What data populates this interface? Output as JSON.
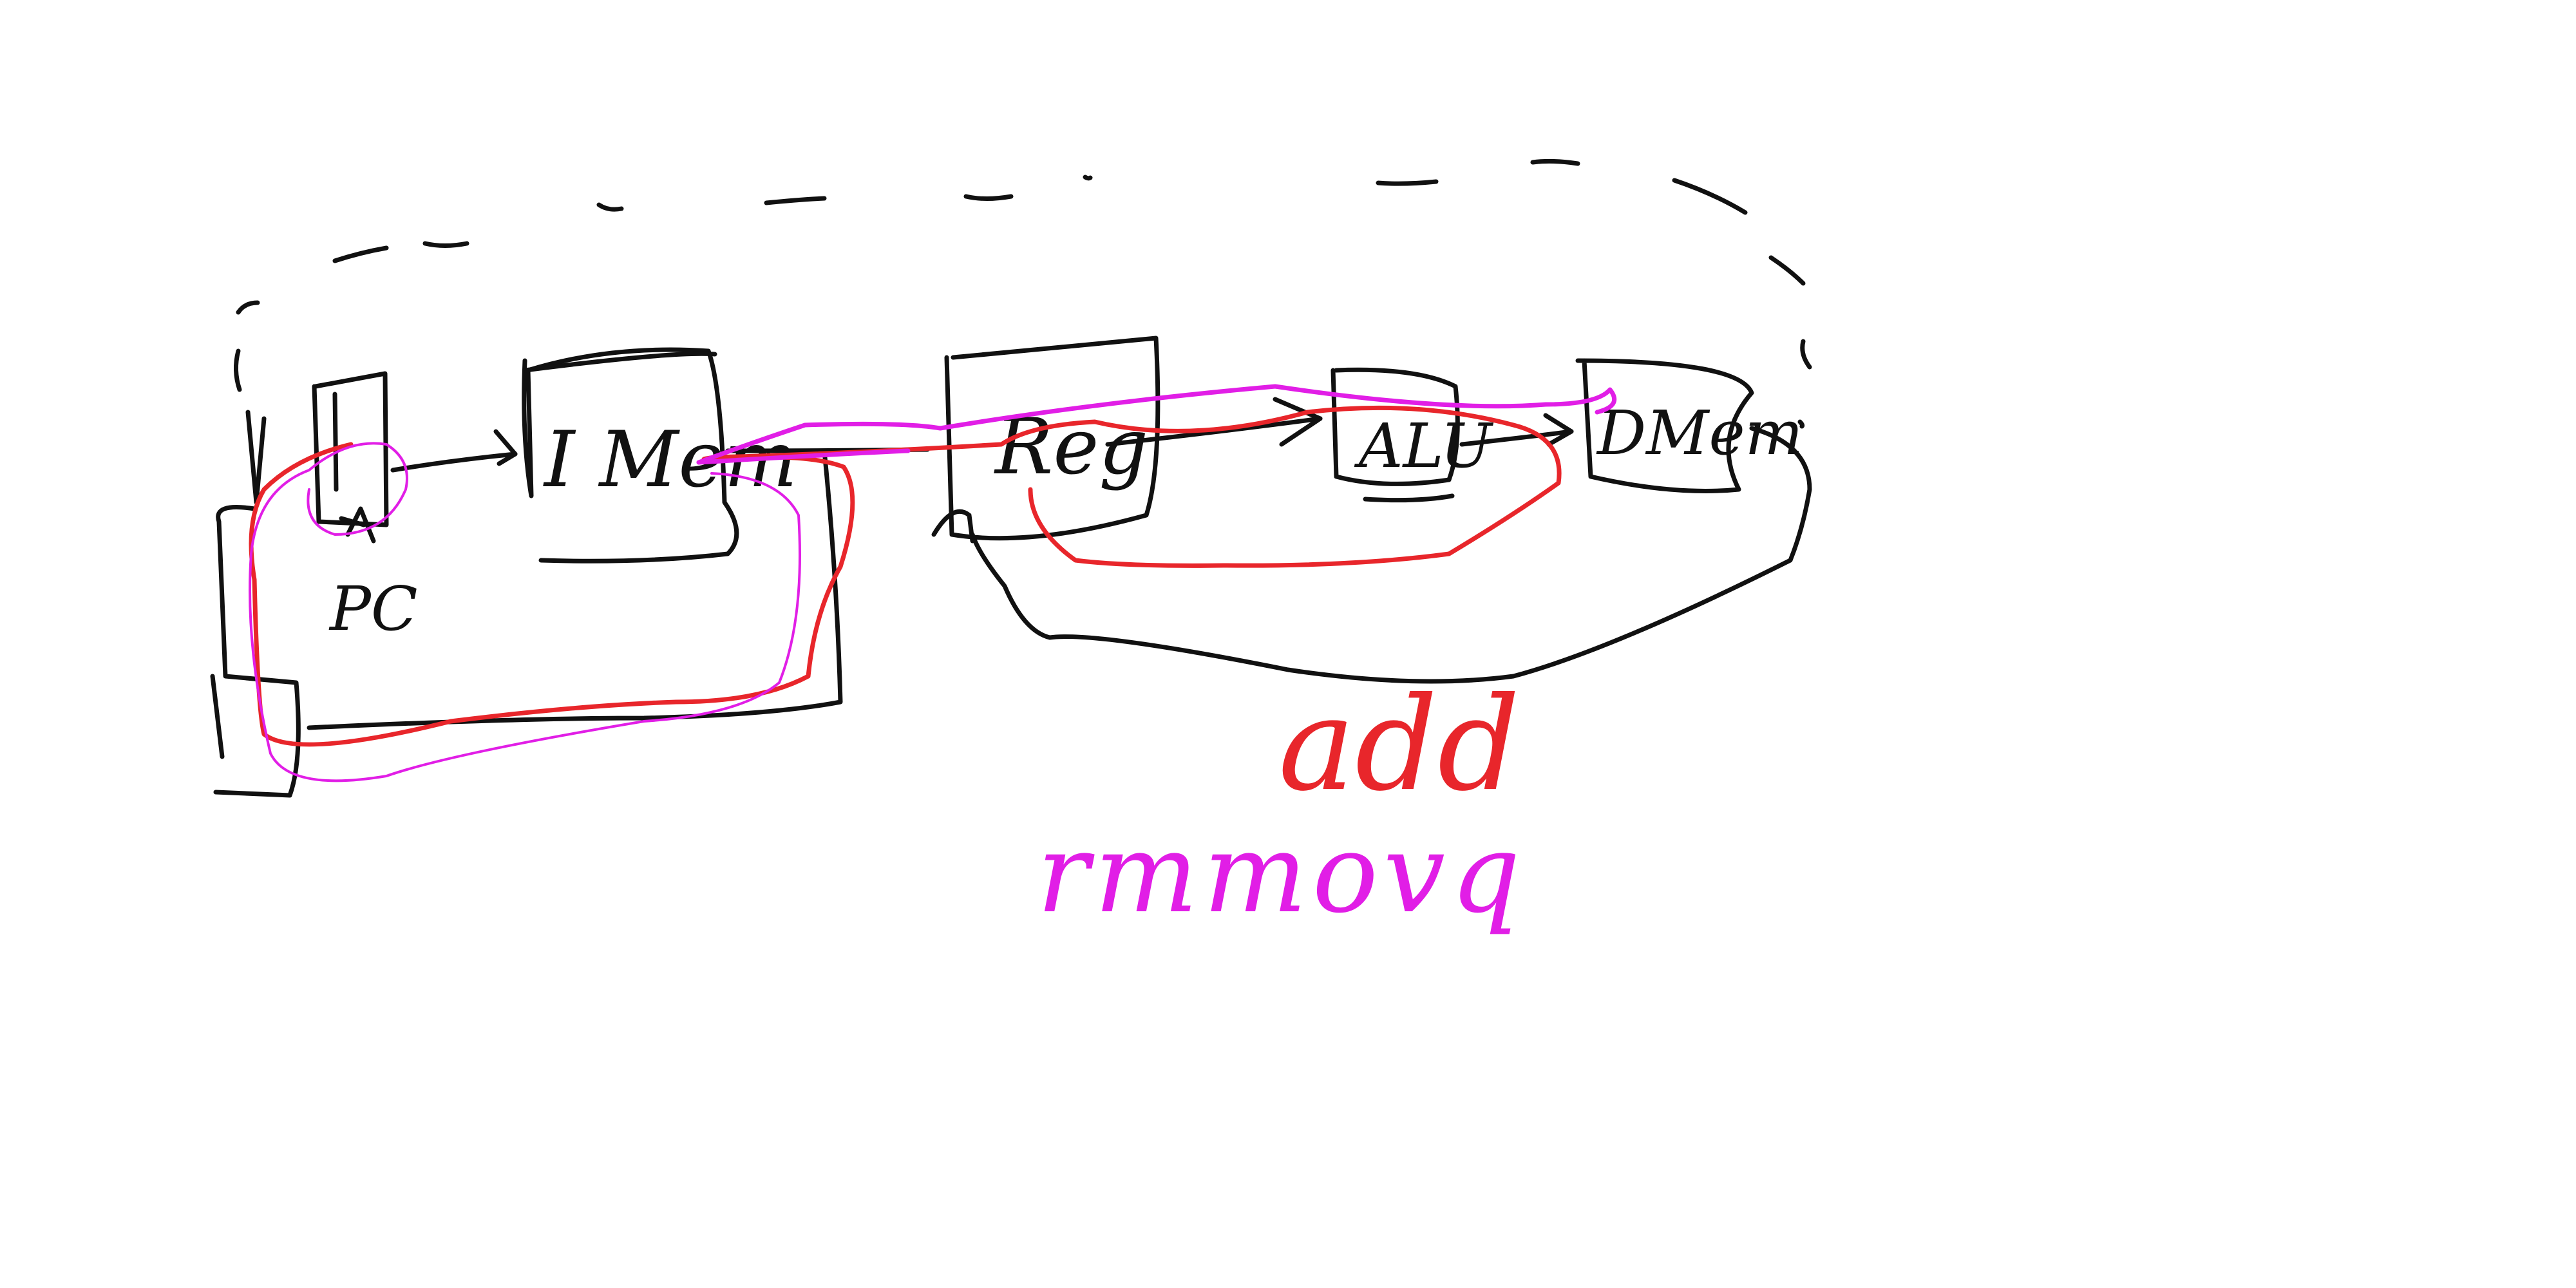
{
  "blocks": {
    "pc": "PC",
    "imem": "I Mem",
    "reg": "Reg",
    "alu": "ALU",
    "dmem": "DMem"
  },
  "annotations": {
    "add": "add",
    "remove": "rmmovq"
  },
  "colors": {
    "background": "#ffffff",
    "ink": "#111111",
    "add_path": "#e8262b",
    "rmmovq_path": "#e11ee6"
  }
}
